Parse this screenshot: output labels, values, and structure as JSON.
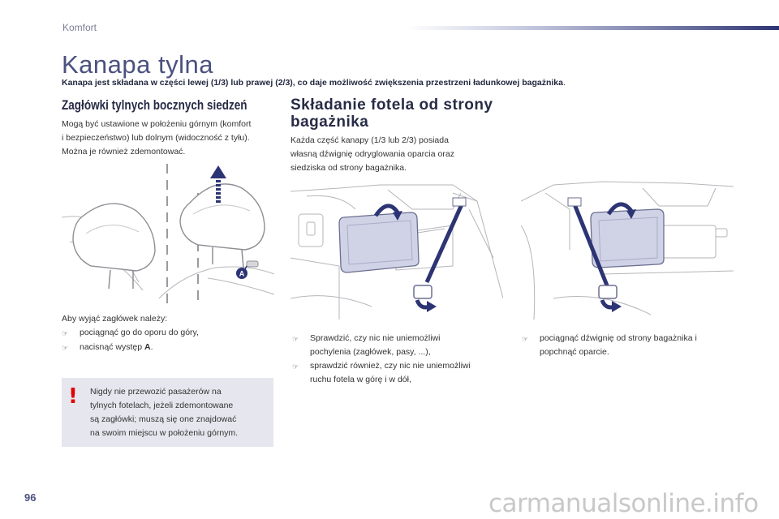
{
  "header": {
    "section": "Komfort"
  },
  "page": {
    "title": "Kanapa tylna",
    "subtitle_bold": "Kanapa jest składana w części lewej (1/3) lub prawej (2/3), co daje możliwość zwiększenia przestrzeni ładunkowej bagażnika",
    "subtitle_end": ".",
    "number": "96"
  },
  "left": {
    "heading": "Zagłówki tylnych bocznych siedzeń",
    "paragraph_lines": [
      "Mogą być ustawione w położeniu górnym (komfort",
      "i bezpieczeństwo) lub dolnym (widoczność z tyłu).",
      "Można je również zdemontować."
    ],
    "label_a": "A",
    "instr_intro": "Aby wyjąć zagłówek należy:",
    "instr_1": "pociągnąć go do oporu do góry,",
    "instr_2_pre": "nacisnąć występ ",
    "instr_2_bold": "A",
    "instr_2_post": ".",
    "bullet_symbol": ""
  },
  "warning": {
    "symbol": "!",
    "lines": [
      "Nigdy nie przewozić pasażerów na",
      "tylnych fotelach, jeżeli zdemontowane",
      "są zagłówki; muszą się one znajdować",
      "na swoim miejscu w położeniu górnym."
    ]
  },
  "right": {
    "heading_lines": [
      "Składanie fotela od strony",
      "bagażnika"
    ],
    "paragraph_lines": [
      "Każda część kanapy (1/3 lub 2/3) posiada",
      "własną dźwignię odryglowania oparcia oraz",
      "siedziska od strony bagażnika."
    ],
    "mid_item_1": [
      "Sprawdzić, czy nic nie uniemożliwi",
      "pochylenia (zagłówek, pasy, ...),"
    ],
    "mid_item_2": [
      "sprawdzić również, czy nic nie uniemożliwi",
      "ruchu fotela w górę i w dół,"
    ],
    "right_item_1": [
      "pociągnąć dźwignię od strony bagażnika i",
      "popchnąć oparcie."
    ]
  },
  "watermark": "carmanualsonline.info",
  "colors": {
    "accent": "#4a517f",
    "arrow": "#2d3474",
    "warning": "#e30000",
    "panel": "#e6e7ee"
  }
}
